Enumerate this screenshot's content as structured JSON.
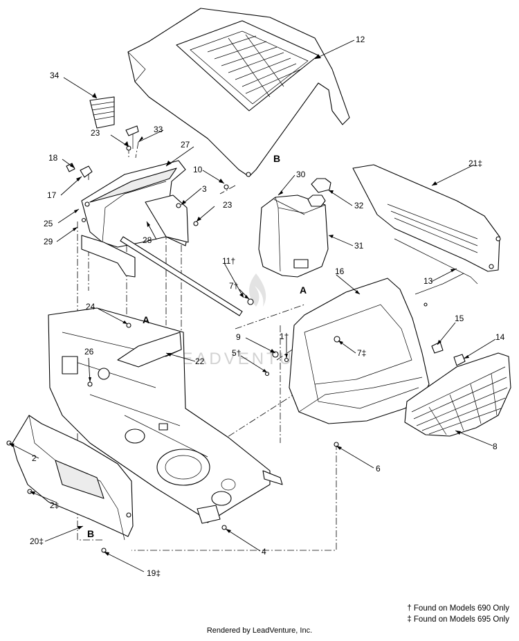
{
  "diagram": {
    "watermark": "LEADVENTURE",
    "rendered_by": "Rendered by LeadVenture, Inc.",
    "footnotes": [
      "† Found on Models 690 Only",
      "‡ Found on Models 695 Only"
    ],
    "section_letters": {
      "a_upper": "A",
      "a_lower": "A",
      "b_upper": "B",
      "b_lower": "B"
    },
    "callouts": {
      "c12": "12",
      "c34": "34",
      "c23a": "23",
      "c33": "33",
      "c27": "27",
      "c18": "18",
      "c17": "17",
      "c10": "10",
      "c3": "3",
      "c23b": "23",
      "c25": "25",
      "c29": "29",
      "c28": "28",
      "c30": "30",
      "c32": "32",
      "c21": "21‡",
      "c31": "31",
      "c16": "16",
      "c11": "11†",
      "c13": "13",
      "c7a": "7†",
      "c24": "24",
      "c9": "9",
      "c1": "1†",
      "c5": "5†",
      "c7b": "7‡",
      "c22": "22",
      "c26": "26",
      "c15": "15",
      "c14": "14",
      "c8": "8",
      "c2a": "2",
      "c2b": "2‡",
      "c6": "6",
      "c20": "20‡",
      "c4": "4",
      "c19": "19‡"
    }
  }
}
